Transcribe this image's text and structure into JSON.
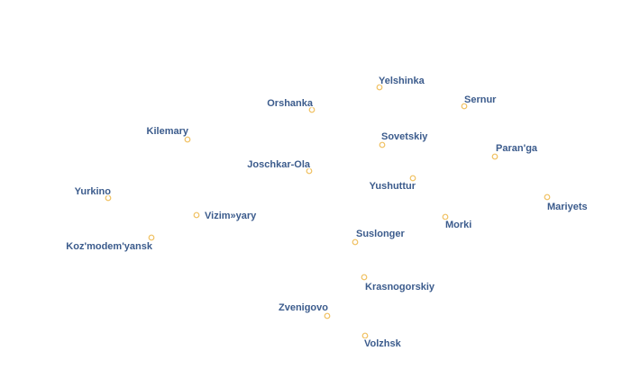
{
  "map": {
    "colors": {
      "label": "#3b5b8c",
      "marker_stroke": "#f0c060",
      "marker_fill": "#ffffff",
      "background": "#ffffff"
    },
    "places": [
      {
        "id": "yelshinka",
        "name": "Yelshinka"
      },
      {
        "id": "sernur",
        "name": "Sernur"
      },
      {
        "id": "orshanka",
        "name": "Orshanka"
      },
      {
        "id": "kilemary",
        "name": "Kilemary"
      },
      {
        "id": "sovetskiy",
        "name": "Sovetskiy"
      },
      {
        "id": "paranga",
        "name": "Paran'ga"
      },
      {
        "id": "joschkar-ola",
        "name": "Joschkar-Ola"
      },
      {
        "id": "yushuttur",
        "name": "Yushuttur"
      },
      {
        "id": "yurkino",
        "name": "Yurkino"
      },
      {
        "id": "mariyets",
        "name": "Mariyets"
      },
      {
        "id": "vizim-yary",
        "name": "Vizim»yary"
      },
      {
        "id": "morki",
        "name": "Morki"
      },
      {
        "id": "suslonger",
        "name": "Suslonger"
      },
      {
        "id": "kozmodemyansk",
        "name": "Koz'modem'yansk"
      },
      {
        "id": "krasnogorskiy",
        "name": "Krasnogorskiy"
      },
      {
        "id": "zvenigovo",
        "name": "Zvenigovo"
      },
      {
        "id": "volzhsk",
        "name": "Volzhsk"
      }
    ]
  }
}
